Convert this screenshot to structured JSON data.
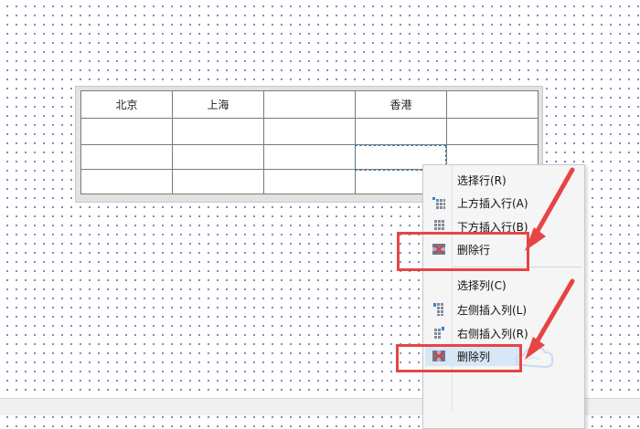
{
  "table": {
    "rows": [
      [
        "北京",
        "上海",
        "",
        "香港",
        ""
      ],
      [
        "",
        "",
        "",
        "",
        ""
      ],
      [
        "",
        "",
        "",
        "",
        ""
      ],
      [
        "",
        "",
        "",
        "",
        ""
      ]
    ]
  },
  "context_menu": {
    "items": [
      {
        "label": "选择行(R)",
        "icon": "none"
      },
      {
        "label": "上方插入行(A)",
        "icon": "insert-row-above-icon"
      },
      {
        "label": "下方插入行(B)",
        "icon": "insert-row-below-icon"
      },
      {
        "label": "删除行",
        "icon": "delete-row-icon"
      },
      {
        "label": "选择列(C)",
        "icon": "none"
      },
      {
        "label": "左侧插入列(L)",
        "icon": "insert-column-left-icon"
      },
      {
        "label": "右侧插入列(R)",
        "icon": "insert-column-right-icon"
      },
      {
        "label": "删除列",
        "icon": "delete-column-icon"
      }
    ]
  },
  "annotation_color": "#e64545",
  "highlight_color": "#d7e7f5"
}
